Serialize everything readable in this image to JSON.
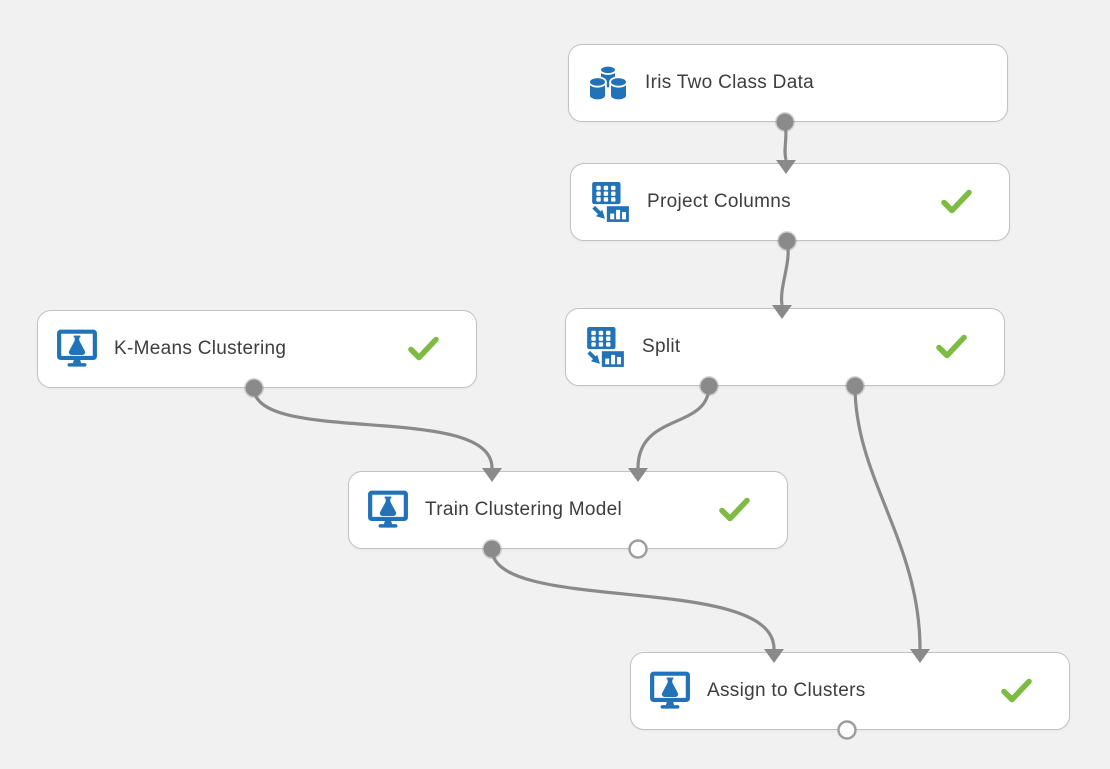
{
  "canvas": {
    "background_color": "#f1f1f1",
    "node_background_color": "#ffffff",
    "node_border_color": "#c2c2c2",
    "edge_color": "#8a8a8a",
    "icon_blue": "#2272b8",
    "check_green": "#7dbb42",
    "label_color": "#3d3d3d"
  },
  "nodes": [
    {
      "label": "Iris Two Class Data",
      "icon": "dataset-cylinders-icon",
      "status": "none",
      "inputs": 0,
      "outputs": 1
    },
    {
      "label": "Project Columns",
      "icon": "project-columns-icon",
      "status": "completed",
      "inputs": 1,
      "outputs": 1
    },
    {
      "label": "Split",
      "icon": "split-icon",
      "status": "completed",
      "inputs": 1,
      "outputs": 2
    },
    {
      "label": "K-Means Clustering",
      "icon": "monitor-flask-icon",
      "status": "completed",
      "inputs": 0,
      "outputs": 1
    },
    {
      "label": "Train Clustering Model",
      "icon": "monitor-flask-icon",
      "status": "completed",
      "inputs": 2,
      "outputs": 2
    },
    {
      "label": "Assign to Clusters",
      "icon": "monitor-flask-icon",
      "status": "completed",
      "inputs": 2,
      "outputs": 1
    }
  ],
  "edges": [
    {
      "from": "Iris Two Class Data",
      "from_port": "output",
      "to": "Project Columns",
      "to_port": "input"
    },
    {
      "from": "Project Columns",
      "from_port": "output",
      "to": "Split",
      "to_port": "input"
    },
    {
      "from": "K-Means Clustering",
      "from_port": "output",
      "to": "Train Clustering Model",
      "to_port": "input-left"
    },
    {
      "from": "Split",
      "from_port": "output-left",
      "to": "Train Clustering Model",
      "to_port": "input-right"
    },
    {
      "from": "Split",
      "from_port": "output-right",
      "to": "Assign to Clusters",
      "to_port": "input-right"
    },
    {
      "from": "Train Clustering Model",
      "from_port": "output-left",
      "to": "Assign to Clusters",
      "to_port": "input-left"
    }
  ]
}
